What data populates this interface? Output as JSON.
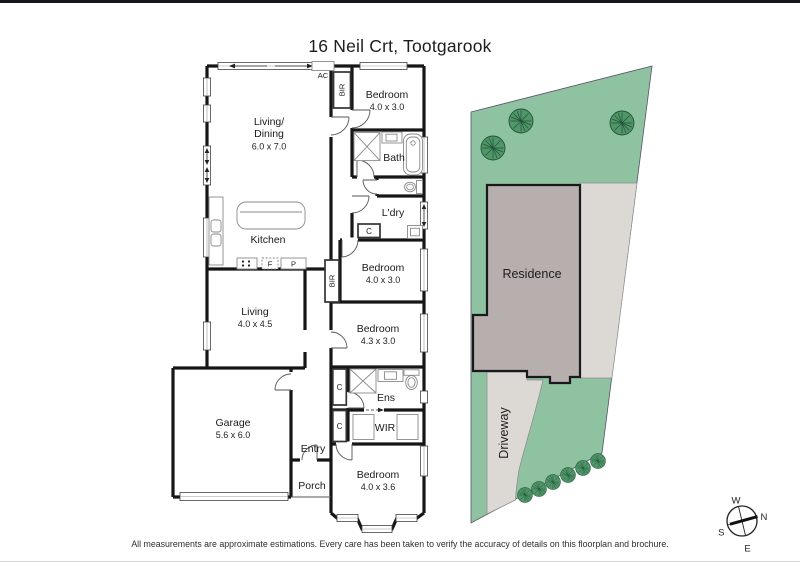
{
  "page": {
    "title": "16 Neil Crt, Tootgarook",
    "disclaimer": "All measurements are approximate estimations. Every care has been taken to verify the accuracy of details on this floorplan and brochure."
  },
  "floorplan": {
    "rooms": {
      "living_dining": {
        "line1": "Living/",
        "line2": "Dining",
        "dims": "6.0 x 7.0"
      },
      "kitchen": {
        "name": "Kitchen"
      },
      "bedroom1": {
        "name": "Bedroom",
        "dims": "4.0 x 3.0"
      },
      "bath": {
        "name": "Bath"
      },
      "laundry": {
        "name": "L'dry"
      },
      "bedroom2": {
        "name": "Bedroom",
        "dims": "4.0 x 3.0"
      },
      "living": {
        "name": "Living",
        "dims": "4.0 x 4.5"
      },
      "bedroom3": {
        "name": "Bedroom",
        "dims": "4.3 x 3.0"
      },
      "ensuite": {
        "name": "Ens"
      },
      "wir": {
        "name": "WIR"
      },
      "garage": {
        "name": "Garage",
        "dims": "5.6 x 6.0"
      },
      "entry": {
        "name": "Entry"
      },
      "porch": {
        "name": "Porch"
      },
      "bedroom4": {
        "name": "Bedroom",
        "dims": "4.0 x 3.6"
      }
    },
    "fixtures": {
      "ac": "AC",
      "bir": "BIR",
      "cupboard": "C",
      "fridge": "F",
      "pantry": "P"
    }
  },
  "siteplan": {
    "residence": "Residence",
    "driveway": "Driveway"
  },
  "compass": {
    "north": "N",
    "south": "S",
    "east": "E",
    "west": "W"
  },
  "colors": {
    "lawn": "#8fc2a0",
    "tree": "#4f9768",
    "treevein": "#24523a",
    "residence": "#b7aeae",
    "paving": "#dcd8d4",
    "wall": "#161616",
    "topbar": "#15151f"
  }
}
